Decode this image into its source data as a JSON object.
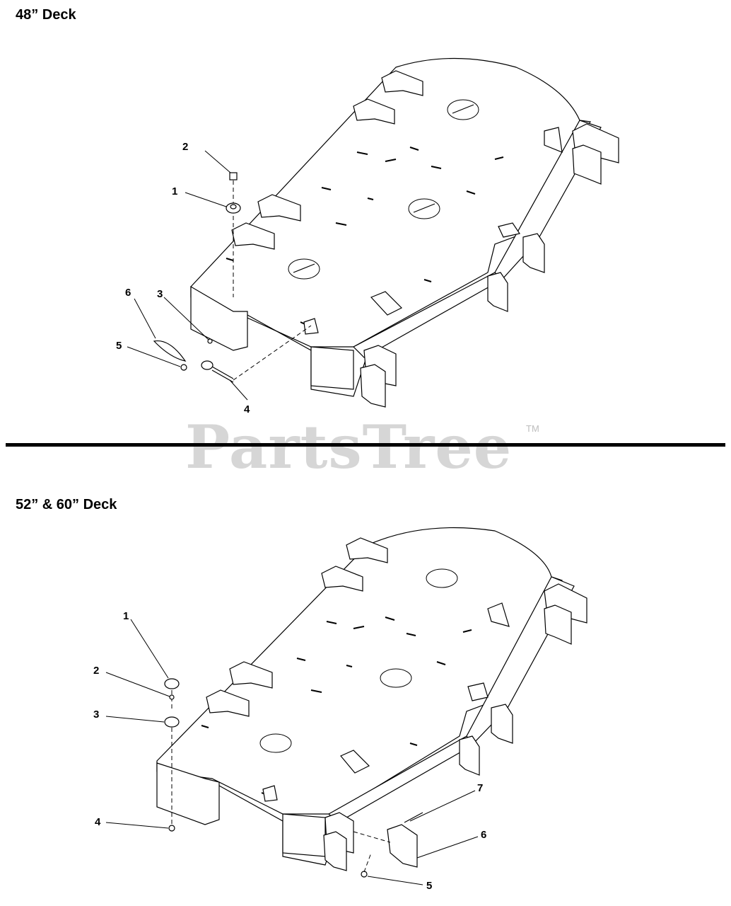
{
  "sections": [
    {
      "title": "48” Deck",
      "callouts": [
        "1",
        "2",
        "3",
        "4",
        "5",
        "6"
      ]
    },
    {
      "title": "52” & 60” Deck",
      "callouts": [
        "1",
        "2",
        "3",
        "4",
        "5",
        "6",
        "7"
      ]
    }
  ],
  "watermark": {
    "text": "PartsTree",
    "trademark": "TM"
  }
}
